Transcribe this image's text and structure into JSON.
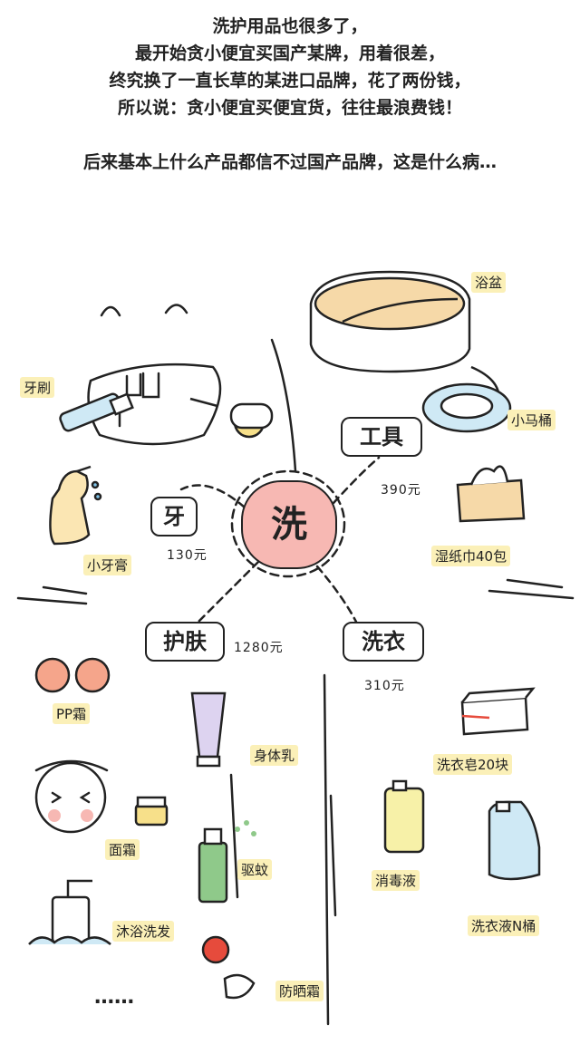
{
  "intro": {
    "line1": "洗护用品也很多了，",
    "line2": "最开始贪小便宜买国产某牌，用着很差，",
    "line3": "终究换了一直长草的某进口品牌，花了两份钱，",
    "line4": "所以说：贪小便宜买便宜货，往往最浪费钱！",
    "line5": "后来基本上什么产品都信不过国产品牌，这是什么病…"
  },
  "mindmap": {
    "center": "洗",
    "tools": {
      "label": "工具",
      "price": "390元"
    },
    "teeth": {
      "label": "牙",
      "price": "130元"
    },
    "skincare": {
      "label": "护肤",
      "price": "1280元"
    },
    "laundry": {
      "label": "洗衣",
      "price": "310元"
    }
  },
  "items": {
    "bathtub": "浴盆",
    "toothbrush": "牙刷",
    "toilet": "小马桶",
    "toothpaste": "小牙膏",
    "wipes": "湿纸巾40包",
    "pp_cream": "PP霜",
    "body_lotion": "身体乳",
    "laundry_soap": "洗衣皂20块",
    "face_cream": "面霜",
    "disinfectant": "消毒液",
    "mosquito": "驱蚊",
    "detergent": "洗衣液N桶",
    "bath_wash": "沐浴洗发",
    "sunscreen": "防晒霜",
    "more": "……"
  },
  "colors": {
    "center_fill": "#f7b8b3",
    "label_highlight": "#fbf0b8",
    "bathtub_fill": "#f6d9a8",
    "toilet_fill": "#cfe9f5",
    "bottle_fill": "#fbe6b3",
    "detergent_fill": "#cfe9f5",
    "green_spray": "#8fc98a",
    "sun_red": "#e64b3c"
  }
}
